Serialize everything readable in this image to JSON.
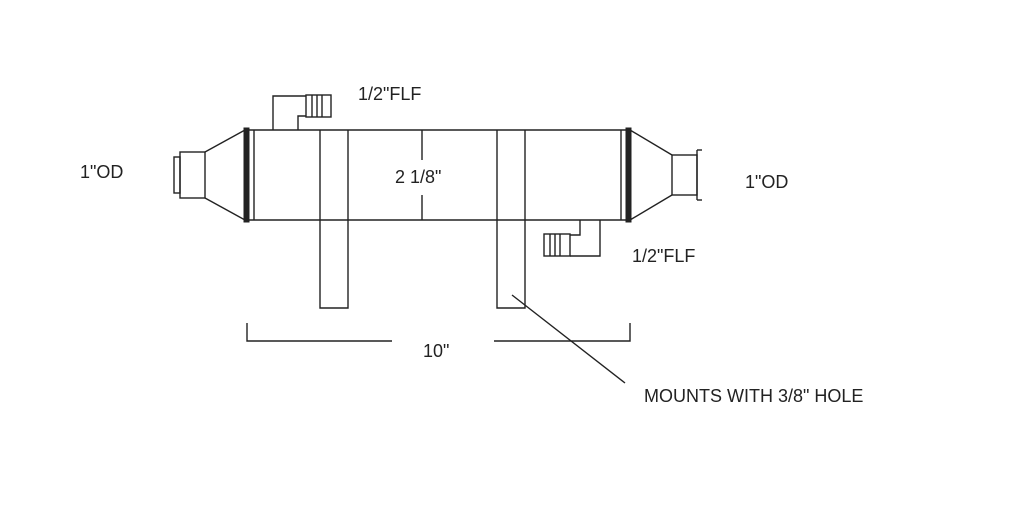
{
  "labels": {
    "left_port": "1\"OD",
    "right_port": "1\"OD",
    "top_fitting": "1/2\"FLF",
    "bottom_fitting": "1/2\"FLF",
    "diameter": "2 1/8\"",
    "length": "10\"",
    "mounts_note": "MOUNTS WITH 3/8\" HOLE"
  }
}
